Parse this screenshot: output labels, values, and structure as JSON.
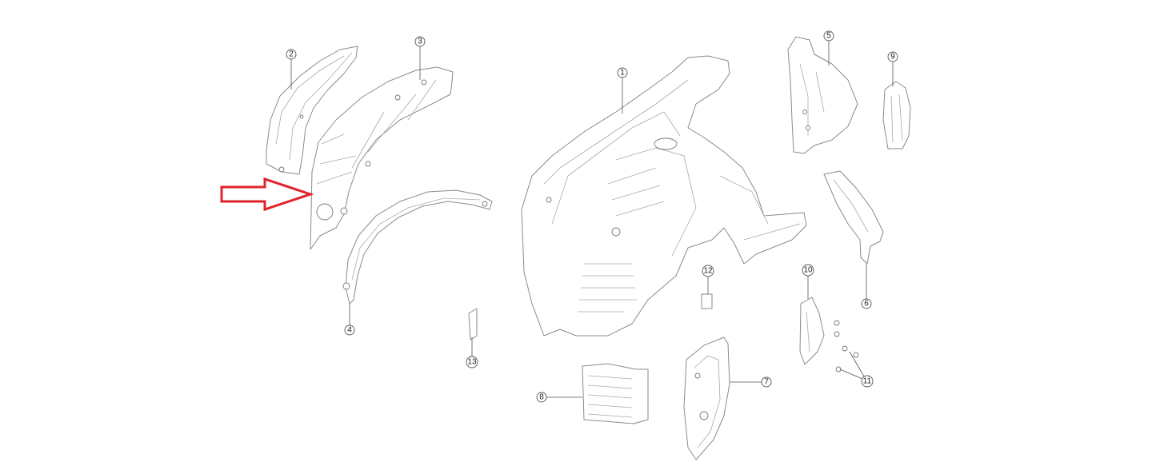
{
  "diagram": {
    "callouts": [
      "1",
      "2",
      "3",
      "4",
      "5",
      "6",
      "7",
      "8",
      "9",
      "10",
      "11",
      "12",
      "13"
    ],
    "colors": {
      "arrow": "#e0232a",
      "line": "#8a8a8a",
      "background": "#ffffff"
    },
    "highlighted_part": "3"
  }
}
